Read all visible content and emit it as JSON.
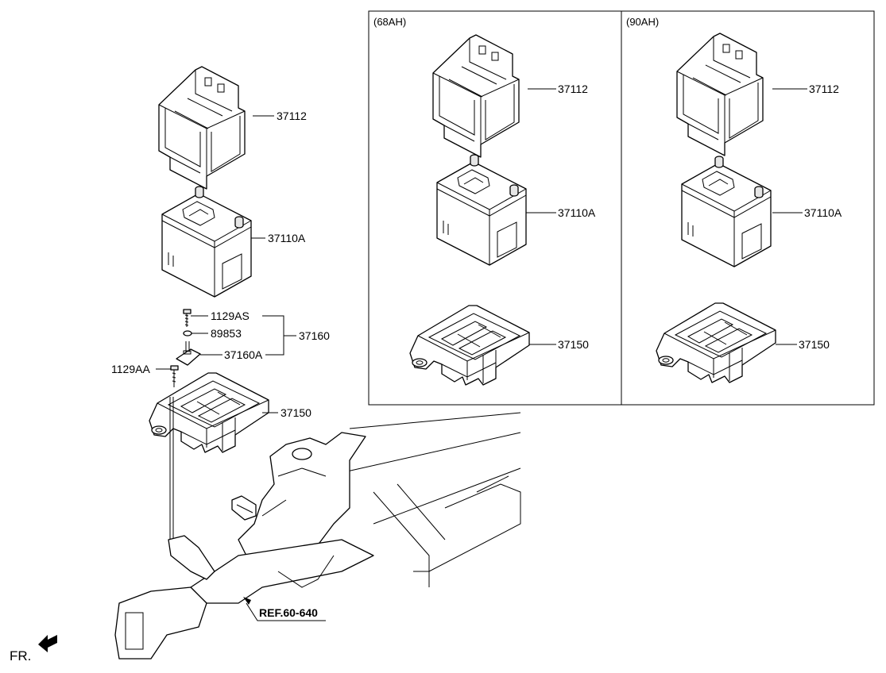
{
  "variants": [
    {
      "header": "(68AH)"
    },
    {
      "header": "(90AH)"
    }
  ],
  "labels": {
    "battery_cover": "37112",
    "battery": "37110A",
    "battery_tray": "37150",
    "clamp_bolt": "1129AS",
    "clamp_washer": "89853",
    "clamp_assembly": "37160",
    "clamp_bracket": "37160A",
    "tray_bolt": "1129AA"
  },
  "reference": "REF.60-640",
  "front_indicator": "FR."
}
